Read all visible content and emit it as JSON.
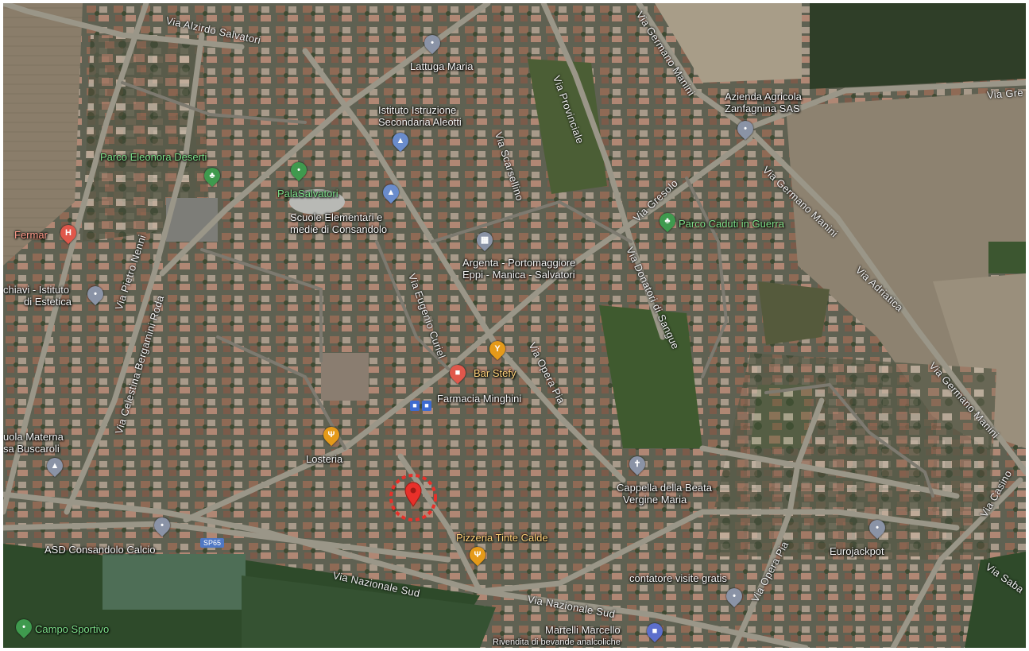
{
  "streets": {
    "via_alzirdo_salvatori": "Via Alzirdo Salvatori",
    "via_germano_manini_top": "Via Germano Manini",
    "via_provinciale": "Via Provinciale",
    "via_scarsellino": "Via Scarsellino",
    "via_gresolo": "Via Gresolo",
    "via_gre": "Via Gre",
    "via_germano_manini_mid": "Via Germano Manini",
    "via_adriatica": "Via Adriatica",
    "via_germano_manini_right": "Via Germano Manini",
    "via_pietro_nenni": "Via Pietro Nenni",
    "via_celestina": "Via Celestina Bergamini Roda",
    "via_eugenio_curiel": "Via Eugenio Curiel",
    "via_donatori": "Via Donatori di Sangue",
    "via_opera_pia": "Via Opera Pia",
    "via_opera_pia_2": "Via Opera Pia",
    "via_nazionale_sud": "Via Nazionale Sud",
    "via_nazionale_sud_2": "Via Nazionale Sud",
    "via_casino": "Via Casino",
    "via_saba": "Via Saba",
    "sp65": "SP65"
  },
  "places": {
    "lattuga_maria": "Lattuga Maria",
    "istituto_line1": "Istituto Istruzione",
    "istituto_line2": "Secondaria Aleotti",
    "azienda_line1": "Azienda Agricola",
    "azienda_line2": "Zanfagnina SAS",
    "parco_eleonora": "Parco Eleonora Deserti",
    "palasalvatori": "PalaSalvatori",
    "scuole_line1": "Scuole Elementari e",
    "scuole_line2": "medie di Consandolo",
    "fermar": "Fermar",
    "parco_caduti": "Parco Caduti in Guerra",
    "argenta_line1": "Argenta - Portomaggiore",
    "argenta_line2": "Eppi - Manica - Salvatori",
    "istituto_estetica_line1": "chiavi - Istituto",
    "istituto_estetica_line2": "di Estetica",
    "bar_stefy": "Bar Stefy",
    "farmacia": "Farmacia Minghini",
    "scuola_materna_line1": "uola Materna",
    "scuola_materna_line2": "sa Buscaroli",
    "losteria": "Losteria",
    "cappella_line1": "Cappella della Beata",
    "cappella_line2": "Vergine Maria",
    "asd": "ASD Consandolo Calcio",
    "pizzeria": "Pizzeria Tinte Calde",
    "eurojackpot": "Eurojackpot",
    "contatore": "contatore visite gratis",
    "campo": "Campo Sportivo",
    "martelli": "Martelli Marcello",
    "rivendita": "Rivendita di bevande analcoliche"
  },
  "icons": {
    "pin": "map-pin-icon",
    "tree": "park-tree-icon",
    "school": "school-icon",
    "hospital": "hospital-icon",
    "bar": "bar-glass-icon",
    "shop": "shop-icon",
    "restaurant": "restaurant-fork-icon",
    "church": "church-icon",
    "bus": "bus-stop-icon",
    "bank": "bank-icon"
  },
  "colors": {
    "selected_marker": "#e8302a",
    "marker_ring": "#e8302a",
    "park_poi": "#3f9a4e",
    "food_poi": "#e59a1a",
    "health_poi": "#e0574b",
    "generic_poi": "#8a93a6"
  }
}
